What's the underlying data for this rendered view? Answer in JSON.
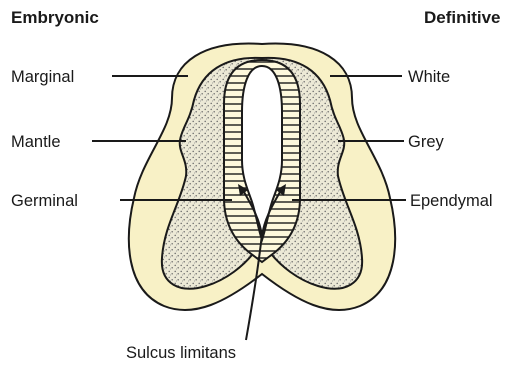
{
  "headings": {
    "left": "Embryonic",
    "right": "Definitive"
  },
  "labels": {
    "marginal": "Marginal",
    "mantle": "Mantle",
    "germinal": "Germinal",
    "white": "White",
    "grey": "Grey",
    "ependymal": "Ependymal",
    "sulcus": "Sulcus limitans"
  },
  "colors": {
    "outer_zone": "#f8f1c6",
    "mantle_zone": "#e9e6d6",
    "stipple": "#6b6b6b",
    "stroke": "#1a1a1a",
    "canal": "#ffffff"
  }
}
